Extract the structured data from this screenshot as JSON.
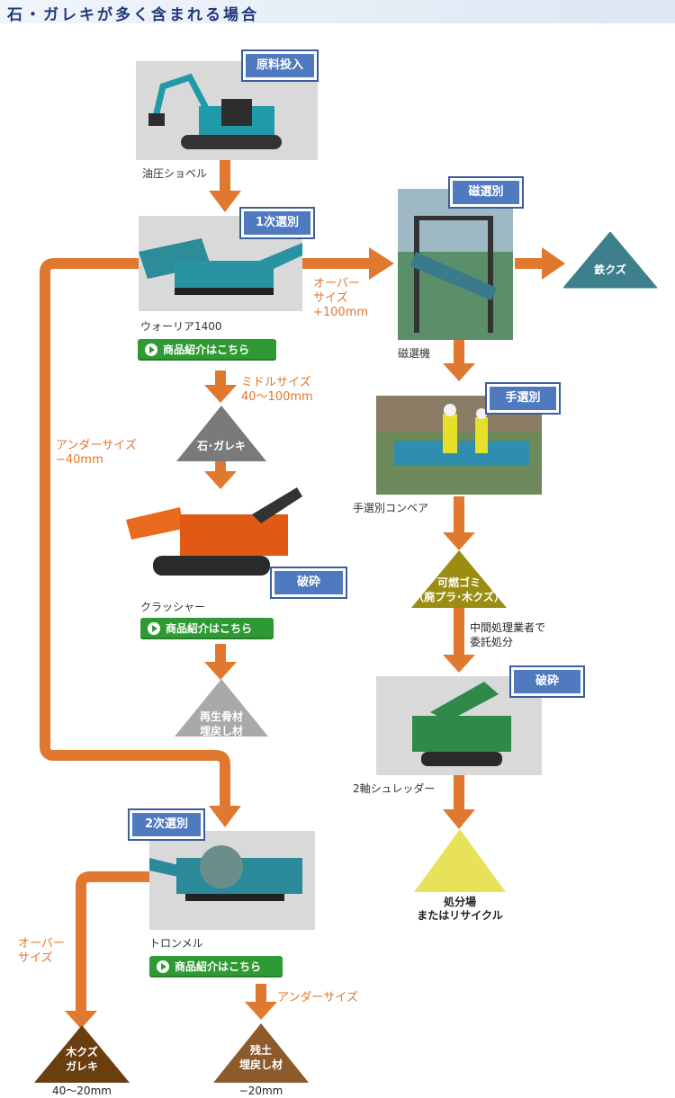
{
  "header": {
    "title": "石・ガレキが多く含まれる場合"
  },
  "tags": {
    "feed": "原料投入",
    "primary_screen": "1次選別",
    "magnetic": "磁選別",
    "hand_sort": "手選別",
    "crush_1": "破砕",
    "crush_2": "破砕",
    "secondary_screen": "2次選別"
  },
  "captions": {
    "excavator": "油圧ショベル",
    "warrior": "ウォーリア1400",
    "magnet_machine": "磁選機",
    "hand_conveyor": "手選別コンベア",
    "crusher": "クラッシャー",
    "shredder": "2軸シュレッダー",
    "trommel": "トロンメル"
  },
  "flow_labels": {
    "over_100": "オーバー\nサイズ\n+100mm",
    "middle": "ミドルサイズ\n40～100mm",
    "under_40": "アンダーサイズ\n−40mm",
    "over_2": "オーバー\nサイズ",
    "under_2": "アンダーサイズ",
    "middle_processor": "中間処理業者で\n委託処分"
  },
  "buttons": {
    "product_1": "商品紹介はこちら",
    "product_2": "商品紹介はこちら",
    "product_3": "商品紹介はこちら"
  },
  "outputs": {
    "iron": "鉄クズ",
    "stone": "石･ガレキ",
    "recycled": "再生骨材\n埋戻し材",
    "combustible": "可燃ゴミ\n（廃プラ･木クズ）",
    "disposal": "処分場\nまたはリサイクル",
    "wood": "木クズ\nガレキ",
    "wood_size": "40～20mm",
    "soil": "残土\n埋戻し材",
    "soil_size": "−20mm"
  },
  "colors": {
    "arrow": "#e0782f",
    "tag": "#4f7ac0",
    "iron": "#3e7f8c",
    "stone": "#7a7a7a",
    "recycled": "#a9a9a9",
    "combustible": "#9a8d12",
    "disposal": "#e8e15a",
    "wood": "#6b3e10",
    "soil": "#8c5a2b",
    "button": "#2f9a33"
  }
}
